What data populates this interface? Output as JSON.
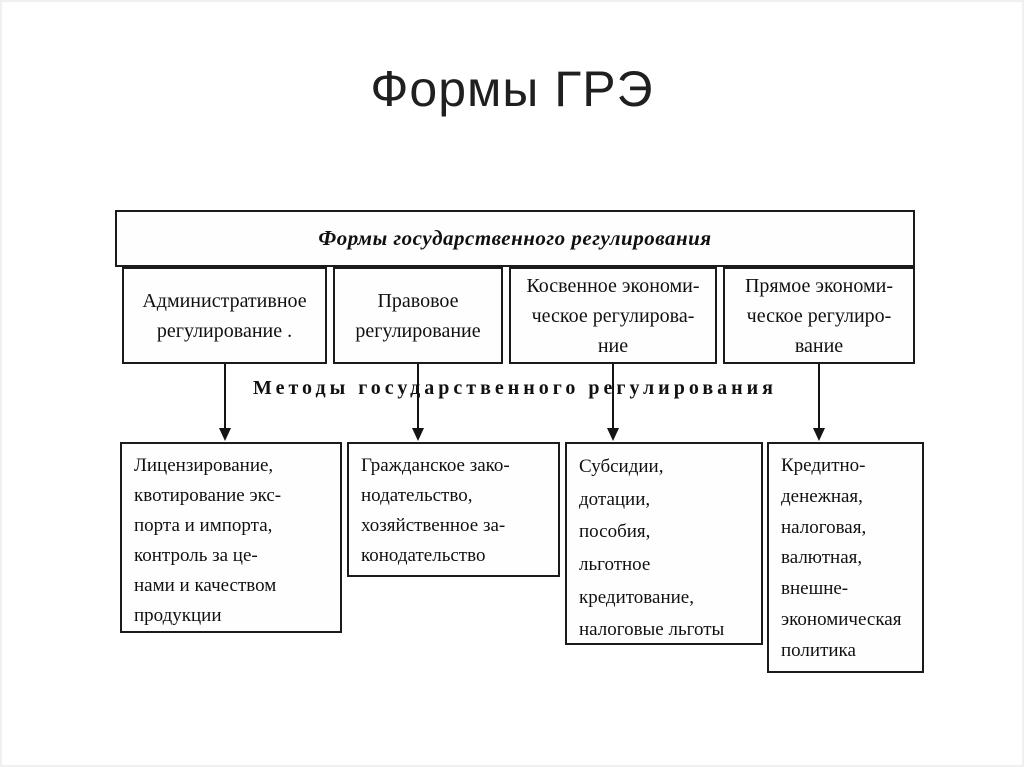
{
  "slide": {
    "title": "Формы ГРЭ"
  },
  "diagram": {
    "header": "Формы государственного регулирования",
    "methods_label": "Методы государственного регулирования",
    "forms": [
      {
        "label": "Административное\nрегулирование ."
      },
      {
        "label": "Правовое\nрегулирование"
      },
      {
        "label": "Косвенное экономи-\nческое регулирова-\nние"
      },
      {
        "label": "Прямое экономи-\nческое регулиро-\nвание"
      }
    ],
    "methods": [
      {
        "label": "Лицензирование,\nквотирование экс-\nпорта и импорта,\nконтроль за це-\nнами и качеством\nпродукции"
      },
      {
        "label": "Гражданское зако-\nнодательство,\nхозяйственное за-\nконодательство"
      },
      {
        "label": "Субсидии,\nдотации,\nпособия,\nльготное\nкредитование,\nналоговые льготы"
      },
      {
        "label": "Кредитно-\nденежная,\nналоговая,\nвалютная,\nвнешне-\nэкономическая\nполитика"
      }
    ],
    "colors": {
      "border": "#1b1b1b",
      "text": "#101010",
      "title_text": "#1f1f1f",
      "background": "#ffffff"
    }
  }
}
